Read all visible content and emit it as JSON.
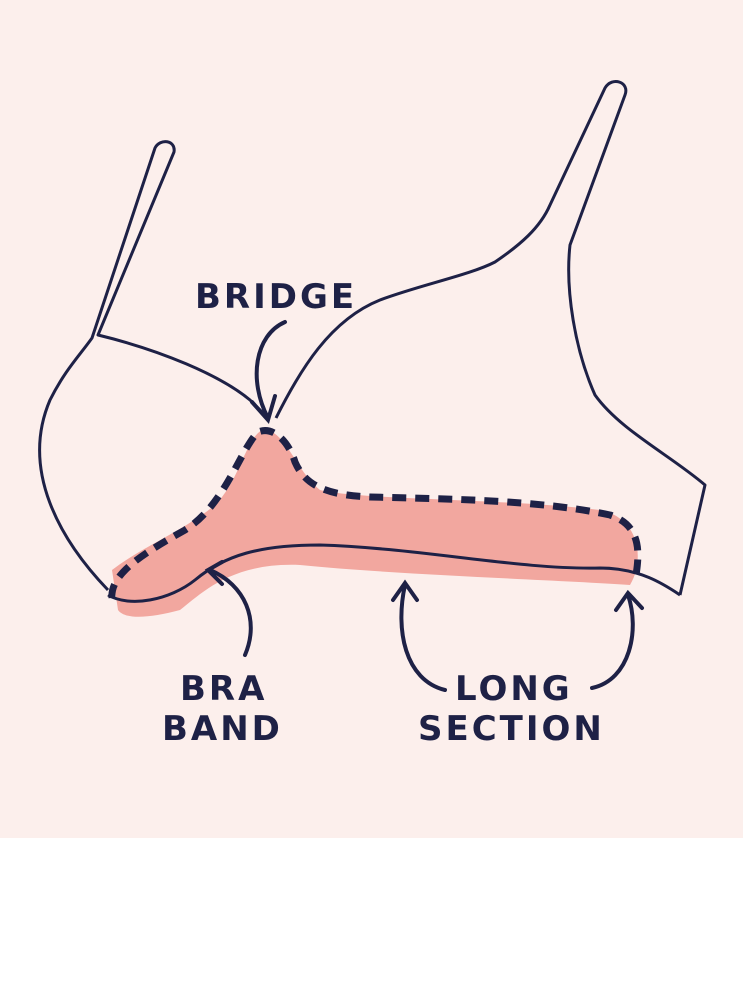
{
  "diagram": {
    "labels": {
      "bridge": "BRIDGE",
      "bra_band_line1": "BRA",
      "bra_band_line2": "BAND",
      "long_section_line1": "LONG",
      "long_section_line2": "SECTION"
    },
    "colors": {
      "background": "#fcefec",
      "ink": "#1e2146",
      "highlight": "#f2a79f"
    }
  }
}
